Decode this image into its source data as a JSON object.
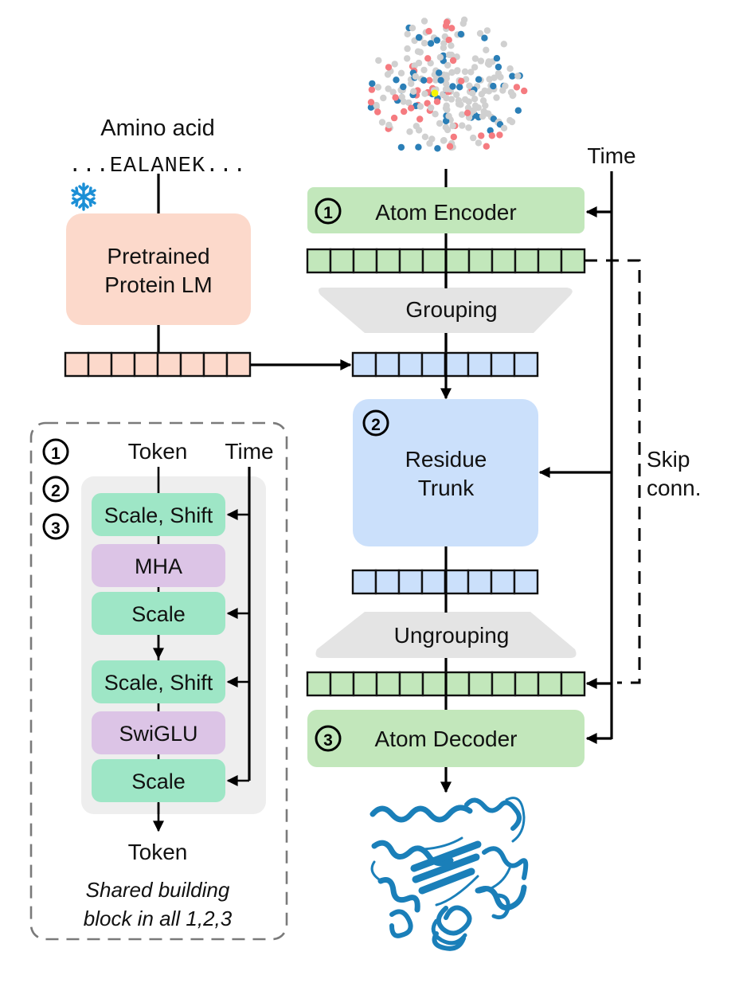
{
  "input": {
    "amino_acid_label": "Amino acid",
    "sequence": "...EALANEK...",
    "frozen_icon": "snowflake-icon",
    "point_cloud_icon": "atom-point-cloud"
  },
  "language_model": {
    "title_line1": "Pretrained",
    "title_line2": "Protein LM",
    "embedding_cells": 8
  },
  "pipeline": {
    "time_label": "Time",
    "encoder": {
      "index": "1",
      "label": "Atom Encoder",
      "embedding_cells": 12
    },
    "grouping": {
      "label": "Grouping"
    },
    "grouped_cells": 8,
    "trunk": {
      "index": "2",
      "title_line1": "Residue",
      "title_line2": "Trunk",
      "embedding_cells": 8
    },
    "ungrouping": {
      "label": "Ungrouping"
    },
    "decoder": {
      "index": "3",
      "label": "Atom Decoder",
      "embedding_cells": 12
    },
    "skip_label_line1": "Skip",
    "skip_label_line2": "conn.",
    "output_icon": "protein-structure"
  },
  "building_block": {
    "indices": [
      "1",
      "2",
      "3"
    ],
    "token_in": "Token",
    "time_label": "Time",
    "layers": [
      {
        "label": "Scale, Shift",
        "kind": "modulation"
      },
      {
        "label": "MHA",
        "kind": "core"
      },
      {
        "label": "Scale",
        "kind": "modulation"
      },
      {
        "label": "Scale, Shift",
        "kind": "modulation"
      },
      {
        "label": "SwiGLU",
        "kind": "core"
      },
      {
        "label": "Scale",
        "kind": "modulation"
      }
    ],
    "token_out": "Token",
    "caption_line1": "Shared building",
    "caption_line2": "block in all 1,2,3"
  },
  "colors": {
    "lm": "#fcd9cb",
    "encoder": "#c2e7bb",
    "residue": "#cbe0fb",
    "trapezoid": "#e4e4e4",
    "modulation": "#9ee6c6",
    "core": "#dcc4e6",
    "block_bg": "#eeeeee",
    "frozen": "#1b8fd6",
    "protein": "#1a7fb9",
    "atom_red": "#f57b80",
    "atom_blue": "#2b7fb7",
    "atom_gray": "#d0d0d0",
    "atom_yellow": "#f6f500"
  }
}
